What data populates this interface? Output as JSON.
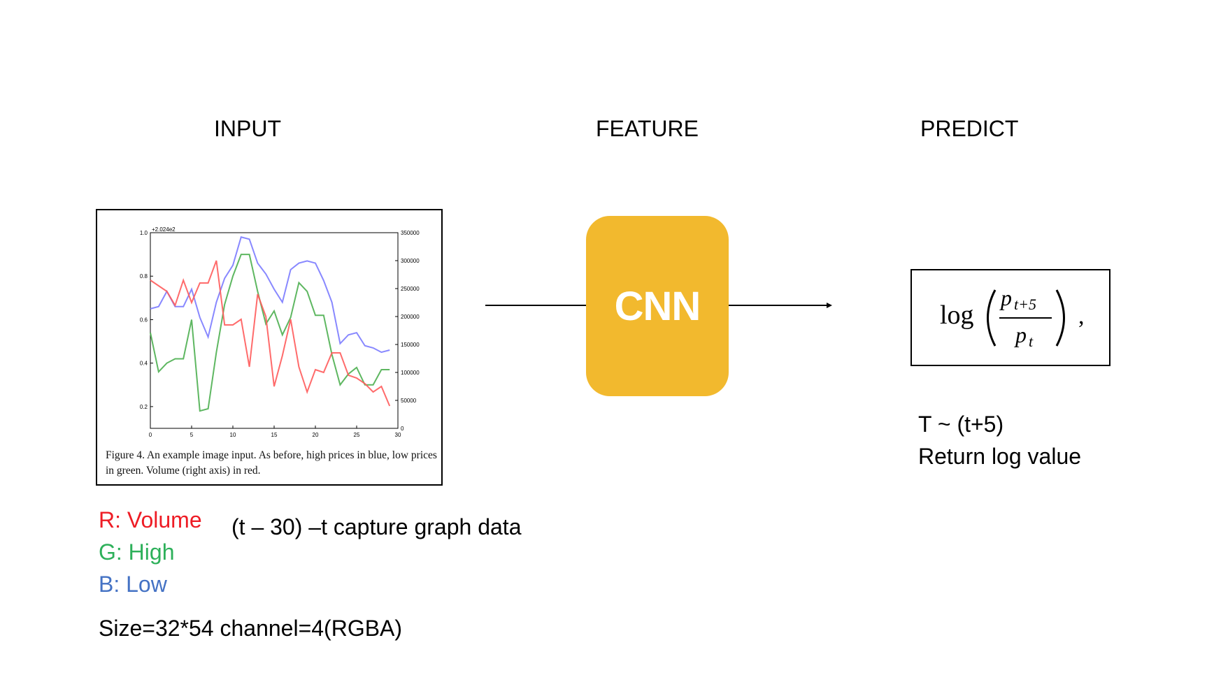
{
  "headings": {
    "input": "INPUT",
    "feature": "FEATURE",
    "predict": "PREDICT"
  },
  "cnn": {
    "label": "CNN",
    "color": "#f2b92e"
  },
  "figure": {
    "caption": "Figure 4. An example image input. As before, high prices in blue, low prices in green. Volume (right axis) in red."
  },
  "chart_data": {
    "type": "line",
    "offset_label": "+2.024e2",
    "x": [
      0,
      1,
      2,
      3,
      4,
      5,
      6,
      7,
      8,
      9,
      10,
      11,
      12,
      13,
      14,
      15,
      16,
      17,
      18,
      19,
      20,
      21,
      22,
      23,
      24,
      25,
      26,
      27,
      28,
      29
    ],
    "xlim": [
      0,
      30
    ],
    "xticks": [
      0,
      5,
      10,
      15,
      20,
      25,
      30
    ],
    "ylim": [
      0.1,
      1.0
    ],
    "yticks": [
      0.2,
      0.4,
      0.6,
      0.8,
      1.0
    ],
    "ytick_labels": [
      "0.2",
      "0.4",
      "0.6",
      "0.8",
      "1.0"
    ],
    "y2lim": [
      0,
      350000
    ],
    "y2ticks": [
      0,
      50000,
      100000,
      150000,
      200000,
      250000,
      300000,
      350000
    ],
    "series": [
      {
        "axis": "left",
        "color": "#7b7bff",
        "values": [
          0.65,
          0.66,
          0.73,
          0.66,
          0.66,
          0.74,
          0.61,
          0.52,
          0.68,
          0.79,
          0.85,
          0.98,
          0.97,
          0.86,
          0.81,
          0.74,
          0.68,
          0.83,
          0.86,
          0.87,
          0.86,
          0.78,
          0.68,
          0.49,
          0.53,
          0.54,
          0.48,
          0.47,
          0.45,
          0.46
        ]
      },
      {
        "axis": "left",
        "color": "#4caf50",
        "values": [
          0.54,
          0.36,
          0.4,
          0.42,
          0.42,
          0.6,
          0.18,
          0.19,
          0.45,
          0.67,
          0.8,
          0.9,
          0.9,
          0.73,
          0.58,
          0.64,
          0.53,
          0.61,
          0.77,
          0.73,
          0.62,
          0.62,
          0.44,
          0.3,
          0.35,
          0.38,
          0.3,
          0.3,
          0.37,
          0.37
        ]
      },
      {
        "axis": "right",
        "color": "#ff5b5b",
        "values": [
          265000,
          255000,
          245000,
          220000,
          265000,
          225000,
          260000,
          260000,
          300000,
          185000,
          185000,
          195000,
          110000,
          240000,
          200000,
          75000,
          130000,
          195000,
          110000,
          65000,
          105000,
          100000,
          135000,
          135000,
          95000,
          90000,
          80000,
          65000,
          75000,
          40000
        ]
      }
    ]
  },
  "legend": {
    "r": "R: Volume",
    "g": "G: High",
    "b": "B: Low"
  },
  "capture_text": "(t – 30) –t capture graph data",
  "size_text": "Size=32*54 channel=4(RGBA)",
  "formula": {
    "log": "log",
    "numerator_base": "p",
    "numerator_sub": "t+5",
    "denominator_base": "p",
    "denominator_sub": "t",
    "trailing": ","
  },
  "predict": {
    "line1": "T ~ (t+5)",
    "line2": "Return log value"
  }
}
